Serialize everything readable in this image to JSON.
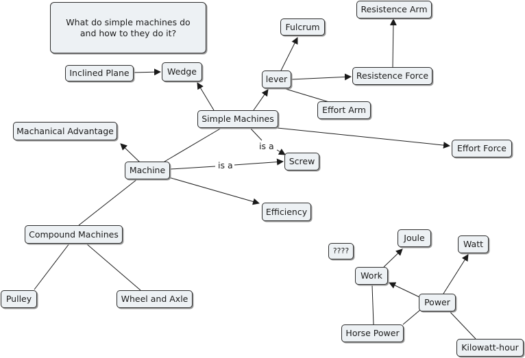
{
  "focus_question": "What do simple machines do and how to they do it?",
  "nodes": {
    "inclined_plane": "Inclined Plane",
    "wedge": "Wedge",
    "lever": "lever",
    "fulcrum": "Fulcrum",
    "resistance_arm": "Resistence Arm",
    "resistance_force": "Resistence Force",
    "effort_arm": "Effort Arm",
    "simple_machines": "Simple Machines",
    "effort_force": "Effort Force",
    "mechanical_advantage": "Machanical Advantage",
    "machine": "Machine",
    "screw": "Screw",
    "efficiency": "Efficiency",
    "compound_machines": "Compound Machines",
    "pulley": "Pulley",
    "wheel_and_axle": "Wheel and Axle",
    "unknown": "????",
    "joule": "Joule",
    "watt": "Watt",
    "work": "Work",
    "power": "Power",
    "horse_power": "Horse Power",
    "kilowatt_hour": "Kilowatt-hour"
  },
  "edge_labels": {
    "simple_to_screw": "is a",
    "machine_to_screw": "is a"
  },
  "colors": {
    "node_fill": "#edf1f4",
    "node_border": "#2b2b2b",
    "connector": "#1a1a1a"
  }
}
